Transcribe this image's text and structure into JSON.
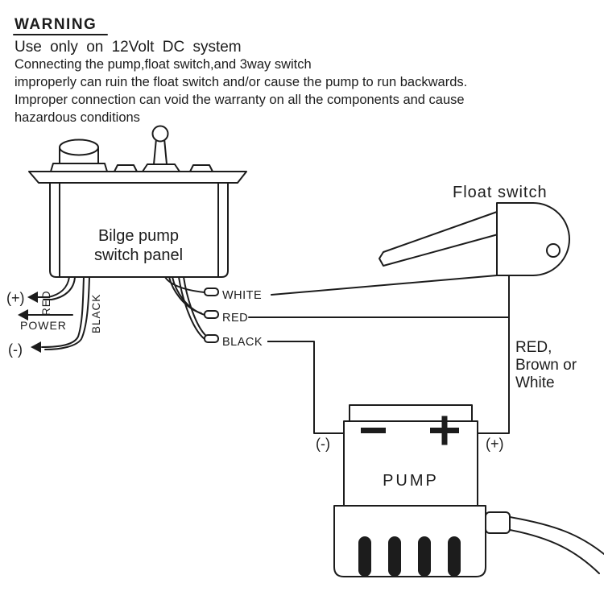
{
  "warning": {
    "title": "WARNING",
    "line1": "Use only on 12Volt DC system",
    "line2": "Connecting the pump,float switch,and 3way switch",
    "line3": "improperly can ruin the float switch and/or cause the pump to run backwards.",
    "line4": "Improper connection can void the warranty on all the components and cause",
    "line5": "hazardous conditions"
  },
  "panel": {
    "label_line1": "Bilge pump",
    "label_line2": "switch panel",
    "power_plus": "(+)",
    "power_minus": "(-)",
    "power_label": "POWER",
    "red_wire_label": "RED",
    "black_wire_label": "BLACK"
  },
  "output_wires": {
    "white": "WHITE",
    "red": "RED",
    "black": "BLACK"
  },
  "float_switch": {
    "label": "Float switch",
    "wire_note_line1": "RED,",
    "wire_note_line2": "Brown or",
    "wire_note_line3": "White"
  },
  "pump": {
    "label": "PUMP",
    "minus_terminal": "(-)",
    "plus_terminal": "(+)"
  },
  "colors": {
    "ink": "#1c1c1c",
    "background": "#ffffff"
  }
}
